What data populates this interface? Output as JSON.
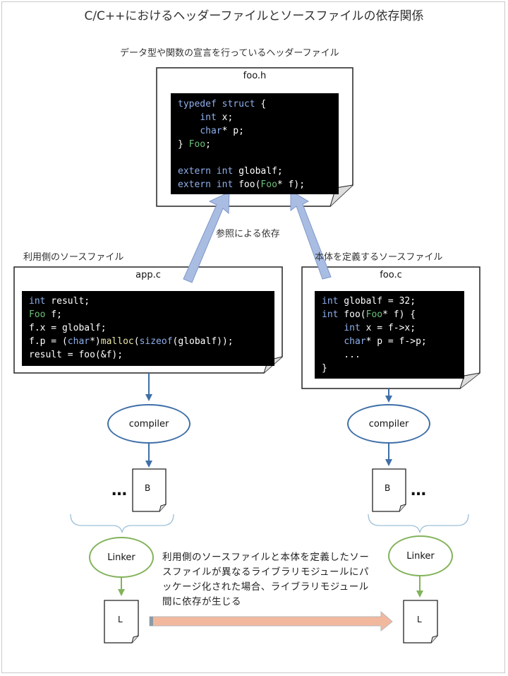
{
  "title": "C/C++におけるヘッダーファイルとソースファイルの依存関係",
  "header_caption": "データ型や関数の宣言を行っているヘッダーファイル",
  "header_file": {
    "name": "foo.h",
    "lines": [
      [
        {
          "t": "typedef struct",
          "c": "kw"
        },
        {
          "t": " {",
          "c": ""
        }
      ],
      [
        {
          "t": "    ",
          "c": ""
        },
        {
          "t": "int",
          "c": "kw"
        },
        {
          "t": " x;",
          "c": ""
        }
      ],
      [
        {
          "t": "    ",
          "c": ""
        },
        {
          "t": "char",
          "c": "kw"
        },
        {
          "t": "* p;",
          "c": ""
        }
      ],
      [
        {
          "t": "} ",
          "c": ""
        },
        {
          "t": "Foo",
          "c": "ty"
        },
        {
          "t": ";",
          "c": ""
        }
      ],
      [
        {
          "t": "",
          "c": ""
        }
      ],
      [
        {
          "t": "extern int",
          "c": "kw"
        },
        {
          "t": " globalf;",
          "c": ""
        }
      ],
      [
        {
          "t": "extern int",
          "c": "kw"
        },
        {
          "t": " foo(",
          "c": ""
        },
        {
          "t": "Foo",
          "c": "ty"
        },
        {
          "t": "* f);",
          "c": ""
        }
      ]
    ]
  },
  "reference_label": "参照による依存",
  "left_caption": "利用側のソースファイル",
  "right_caption": "本体を定義するソースファイル",
  "app_file": {
    "name": "app.c",
    "lines": [
      [
        {
          "t": "int",
          "c": "kw"
        },
        {
          "t": " result;",
          "c": ""
        }
      ],
      [
        {
          "t": "Foo",
          "c": "ty"
        },
        {
          "t": " f;",
          "c": ""
        }
      ],
      [
        {
          "t": "f.x = globalf;",
          "c": ""
        }
      ],
      [
        {
          "t": "f.p = (",
          "c": ""
        },
        {
          "t": "char",
          "c": "kw"
        },
        {
          "t": "*)",
          "c": ""
        },
        {
          "t": "malloc",
          "c": "fn"
        },
        {
          "t": "(",
          "c": ""
        },
        {
          "t": "sizeof",
          "c": "kw"
        },
        {
          "t": "(globalf));",
          "c": ""
        }
      ],
      [
        {
          "t": "result = foo(&f);",
          "c": ""
        }
      ]
    ]
  },
  "foo_file": {
    "name": "foo.c",
    "lines": [
      [
        {
          "t": "int",
          "c": "kw"
        },
        {
          "t": " globalf = 32;",
          "c": ""
        }
      ],
      [
        {
          "t": "int",
          "c": "kw"
        },
        {
          "t": " foo(",
          "c": ""
        },
        {
          "t": "Foo",
          "c": "ty"
        },
        {
          "t": "* f) {",
          "c": ""
        }
      ],
      [
        {
          "t": "    ",
          "c": ""
        },
        {
          "t": "int",
          "c": "kw"
        },
        {
          "t": " x = f->x;",
          "c": ""
        }
      ],
      [
        {
          "t": "    ",
          "c": ""
        },
        {
          "t": "char",
          "c": "kw"
        },
        {
          "t": "* p = f->p;",
          "c": ""
        }
      ],
      [
        {
          "t": "    ...",
          "c": ""
        }
      ],
      [
        {
          "t": "}",
          "c": ""
        }
      ]
    ]
  },
  "compiler_label": "compiler",
  "object_label": "B",
  "ellipsis": "…",
  "linker_label": "Linker",
  "library_label": "L",
  "note": "利用側のソースファイルと本体を定義したソースファイルが異なるライブラリモジュールにパッケージ化された場合、ライブラリモジュール間に依存が生じる",
  "colors": {
    "code_bg": "#000000",
    "keyword": "#8fb0ee",
    "type": "#6cc07a",
    "function": "#e9e6a6",
    "compiler_border": "#3f6fa8",
    "linker_border": "#82b35a",
    "reference_arrow": "#a9bde3",
    "dependency_arrow": "#f2b89e"
  }
}
